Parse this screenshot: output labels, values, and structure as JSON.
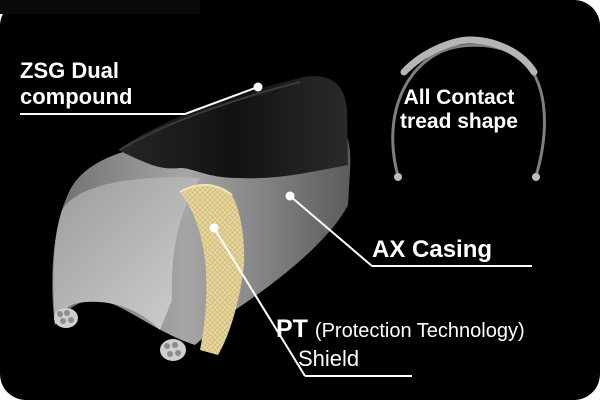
{
  "labels": {
    "zsg_line1": "ZSG Dual",
    "zsg_line2": "compound",
    "allcontact_line1": "All Contact",
    "allcontact_line2": "tread shape",
    "ax_casing": "AX Casing",
    "pt_abbrev": "PT",
    "pt_full": "(Protection Technology)",
    "shield": "Shield"
  },
  "colors": {
    "background": "#000000",
    "tread": "#0b0b0b",
    "casing": "#8a8a8a",
    "inner_liner": "#bdbdbd",
    "pt_shield": "#e6d49a",
    "label": "#ffffff",
    "pointer_dot": "#ffffff"
  }
}
